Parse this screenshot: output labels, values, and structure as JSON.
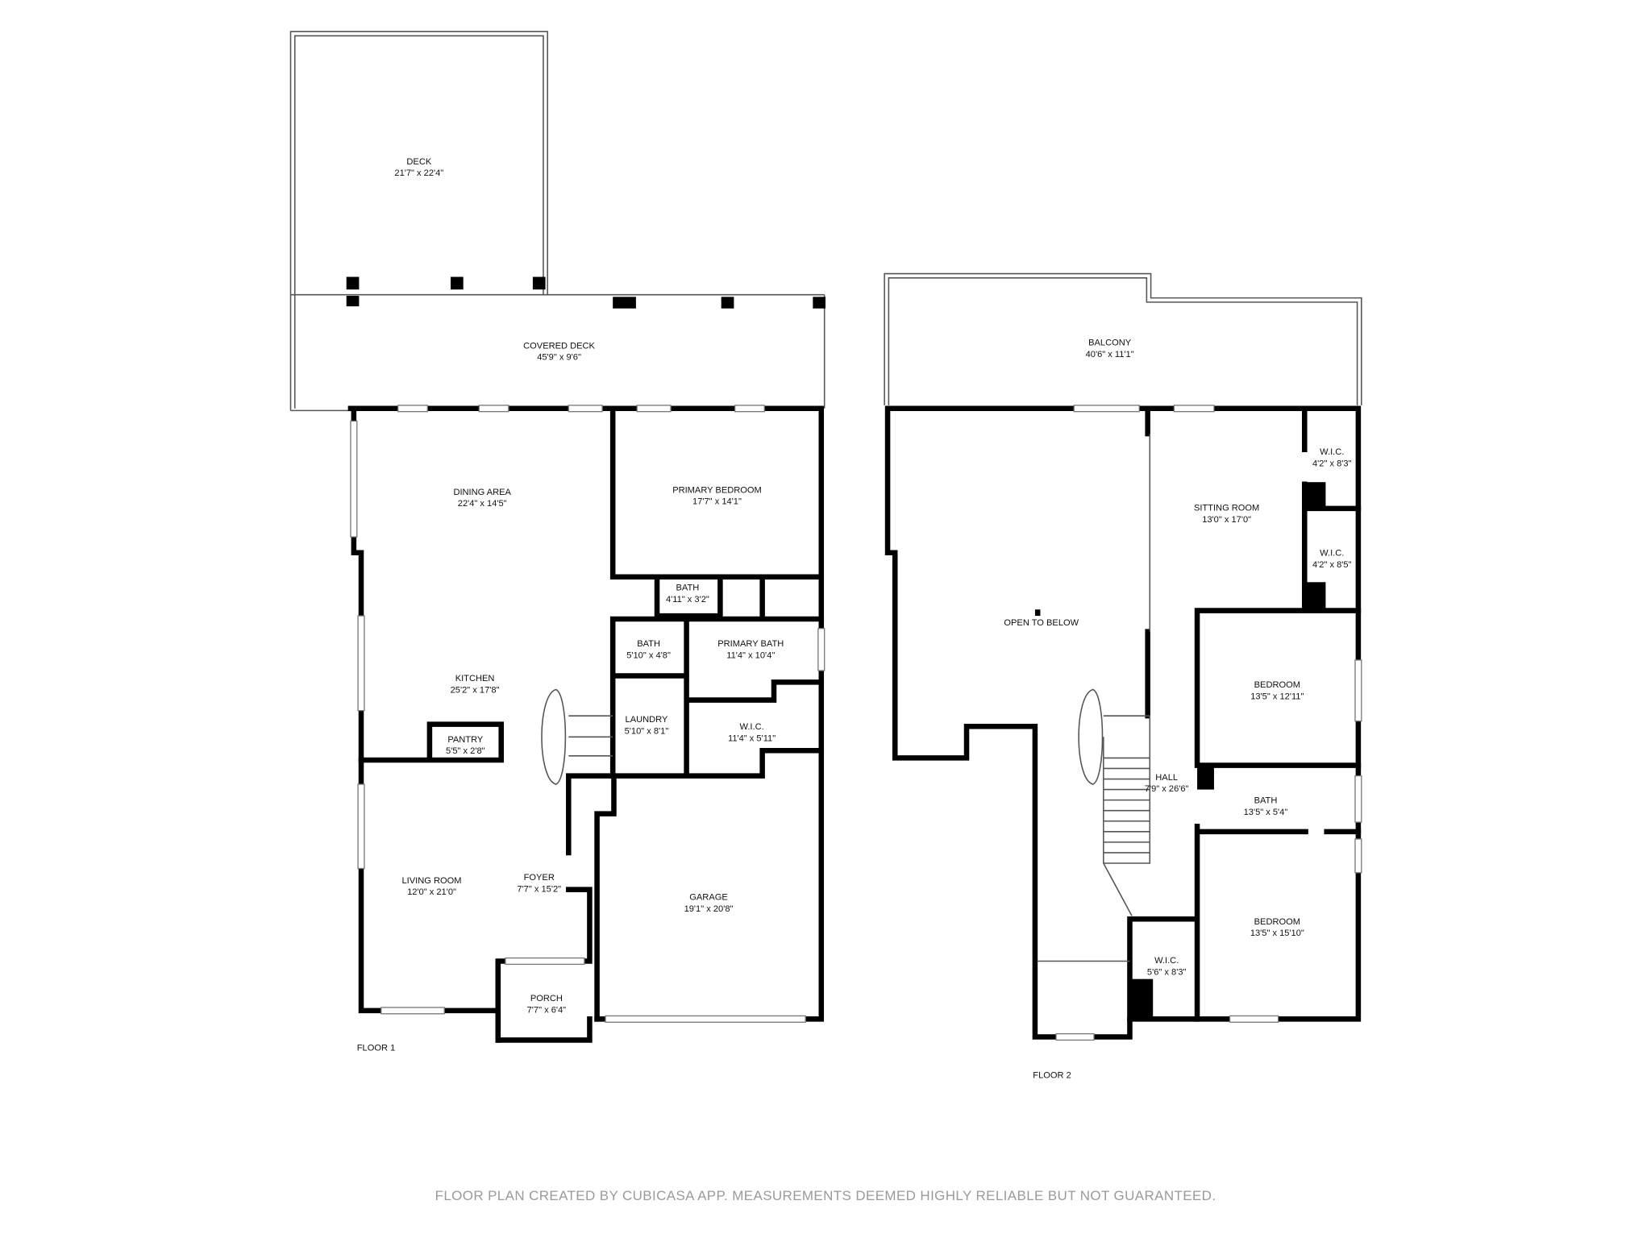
{
  "floor1": {
    "label": "FLOOR 1",
    "rooms": [
      {
        "name": "DECK",
        "size": "21'7\" x 22'4\""
      },
      {
        "name": "COVERED DECK",
        "size": "45'9\" x 9'6\""
      },
      {
        "name": "DINING AREA",
        "size": "22'4\" x 14'5\""
      },
      {
        "name": "PRIMARY BEDROOM",
        "size": "17'7\" x 14'1\""
      },
      {
        "name": "BATH",
        "size": "4'11\" x 3'2\""
      },
      {
        "name": "BATH",
        "size": "5'10\" x 4'8\""
      },
      {
        "name": "PRIMARY BATH",
        "size": "11'4\" x 10'4\""
      },
      {
        "name": "KITCHEN",
        "size": "25'2\" x 17'8\""
      },
      {
        "name": "PANTRY",
        "size": "5'5\" x 2'8\""
      },
      {
        "name": "LAUNDRY",
        "size": "5'10\" x 8'1\""
      },
      {
        "name": "W.I.C.",
        "size": "11'4\" x 5'11\""
      },
      {
        "name": "LIVING ROOM",
        "size": "12'0\" x 21'0\""
      },
      {
        "name": "FOYER",
        "size": "7'7\" x 15'2\""
      },
      {
        "name": "GARAGE",
        "size": "19'1\" x 20'8\""
      },
      {
        "name": "PORCH",
        "size": "7'7\" x 6'4\""
      }
    ]
  },
  "floor2": {
    "label": "FLOOR 2",
    "rooms": [
      {
        "name": "BALCONY",
        "size": "40'6\" x 11'1\""
      },
      {
        "name": "SITTING ROOM",
        "size": "13'0\" x 17'0\""
      },
      {
        "name": "W.I.C.",
        "size": "4'2\" x 8'3\""
      },
      {
        "name": "W.I.C.",
        "size": "4'2\" x 8'5\""
      },
      {
        "name": "OPEN TO BELOW",
        "size": ""
      },
      {
        "name": "BEDROOM",
        "size": "13'5\" x 12'11\""
      },
      {
        "name": "HALL",
        "size": "7'9\" x 26'6\""
      },
      {
        "name": "BATH",
        "size": "13'5\" x 5'4\""
      },
      {
        "name": "BEDROOM",
        "size": "13'5\" x 15'10\""
      },
      {
        "name": "W.I.C.",
        "size": "5'6\" x 8'3\""
      }
    ]
  },
  "footer": "FLOOR PLAN CREATED BY CUBICASA APP. MEASUREMENTS DEEMED HIGHLY RELIABLE BUT NOT GUARANTEED."
}
